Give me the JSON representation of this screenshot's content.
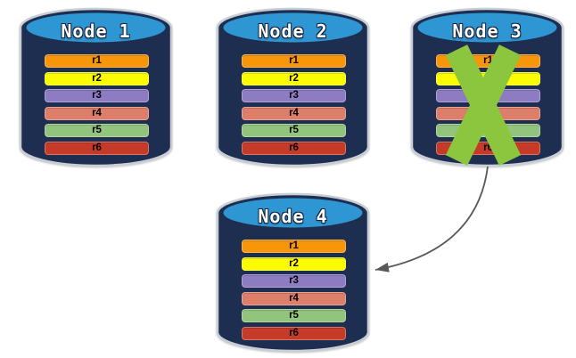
{
  "nodes": [
    {
      "title": "Node 1",
      "failed": false
    },
    {
      "title": "Node 2",
      "failed": false
    },
    {
      "title": "Node 3",
      "failed": true
    },
    {
      "title": "Node 4",
      "failed": false
    }
  ],
  "records": [
    {
      "label": "r1",
      "color": "#F7960B"
    },
    {
      "label": "r2",
      "color": "#FCFC00"
    },
    {
      "label": "r3",
      "color": "#8E7CC3"
    },
    {
      "label": "r4",
      "color": "#DD7E6B"
    },
    {
      "label": "r5",
      "color": "#93C47D"
    },
    {
      "label": "r6",
      "color": "#C63A28"
    }
  ],
  "arrow": {
    "from": "Node 3",
    "to": "Node 4"
  },
  "colors": {
    "cylinder_body": "#1E2E50",
    "cylinder_top": "#2E96D3",
    "cylinder_outline": "#C8CED6",
    "title_text": "#FFFFFF",
    "record_text": "#000000",
    "failure_x": "#8CC63E",
    "arrow": "#595959",
    "background": "#FFFFFF"
  }
}
